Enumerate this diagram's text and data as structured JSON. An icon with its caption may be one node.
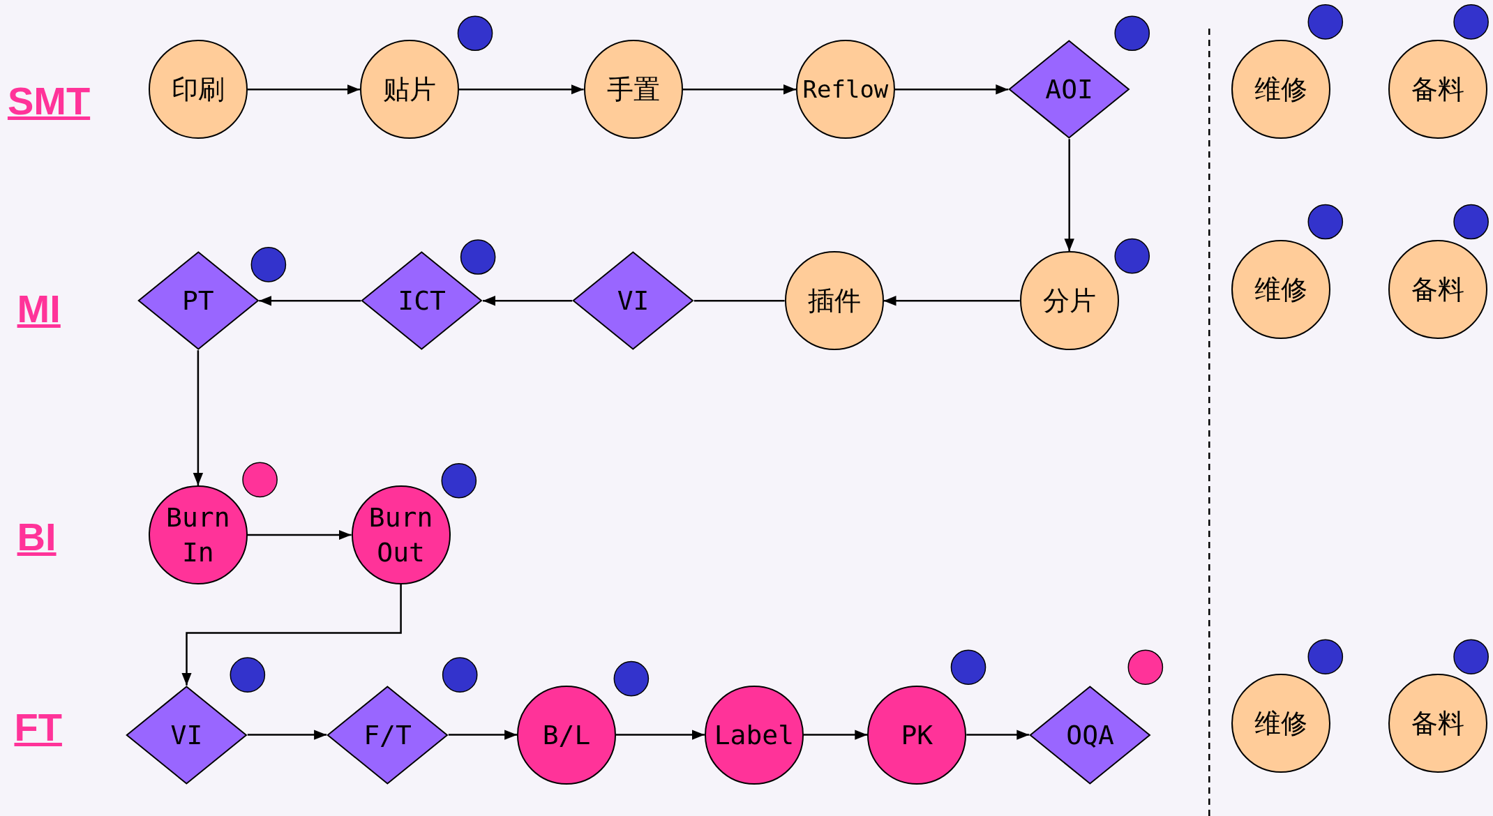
{
  "diagram": {
    "nodes": [
      {
        "text": [
          "印刷"
        ]
      },
      {
        "text": [
          "贴片"
        ]
      },
      {
        "text": [
          "手置"
        ]
      },
      {
        "text": [
          "Reflow"
        ]
      },
      {
        "text": [
          "AOI"
        ]
      },
      {
        "text": [
          "分片"
        ]
      },
      {
        "text": [
          "插件"
        ]
      },
      {
        "text": [
          "VI"
        ]
      },
      {
        "text": [
          "ICT"
        ]
      },
      {
        "text": [
          "PT"
        ]
      },
      {
        "text": [
          "Burn In"
        ]
      },
      {
        "text": [
          "Burn Out"
        ]
      },
      {
        "text": [
          "VI"
        ]
      },
      {
        "text": [
          "F/T"
        ]
      },
      {
        "text": [
          "B/L"
        ]
      },
      {
        "text": [
          "Label"
        ]
      },
      {
        "text": [
          "PK"
        ]
      },
      {
        "text": [
          "OQA"
        ]
      },
      {
        "text": [
          "维修"
        ]
      },
      {
        "text": [
          "备料"
        ]
      },
      {
        "text": [
          "维修"
        ]
      },
      {
        "text": [
          "备料"
        ]
      },
      {
        "text": [
          "维修"
        ]
      },
      {
        "text": [
          "备料"
        ]
      }
    ],
    "edges": [
      {
        "from": 0,
        "to": 1,
        "arrow": "to"
      },
      {
        "from": 1,
        "to": 2,
        "arrow": "to"
      },
      {
        "from": 2,
        "to": 3,
        "arrow": "to"
      },
      {
        "from": 3,
        "to": 4,
        "arrow": "to"
      },
      {
        "from": 4,
        "to": 5,
        "arrow": "to"
      },
      {
        "from": 5,
        "to": 6,
        "arrow": "to"
      },
      {
        "from": 6,
        "to": 7,
        "arrow": "none"
      },
      {
        "from": 7,
        "to": 8,
        "arrow": "to"
      },
      {
        "from": 8,
        "to": 9,
        "arrow": "to"
      },
      {
        "from": 9,
        "to": 10,
        "arrow": "to"
      },
      {
        "from": 10,
        "to": 11,
        "arrow": "to"
      },
      {
        "from": 11,
        "to": 12,
        "arrow": "to"
      },
      {
        "from": 12,
        "to": 13,
        "arrow": "to"
      },
      {
        "from": 13,
        "to": 14,
        "arrow": "to"
      },
      {
        "from": 14,
        "to": 15,
        "arrow": "to"
      },
      {
        "from": 15,
        "to": 16,
        "arrow": "to"
      },
      {
        "from": 16,
        "to": 17,
        "arrow": "to"
      }
    ],
    "labels": [
      "SMT",
      "MI",
      "BI",
      "FT"
    ]
  }
}
